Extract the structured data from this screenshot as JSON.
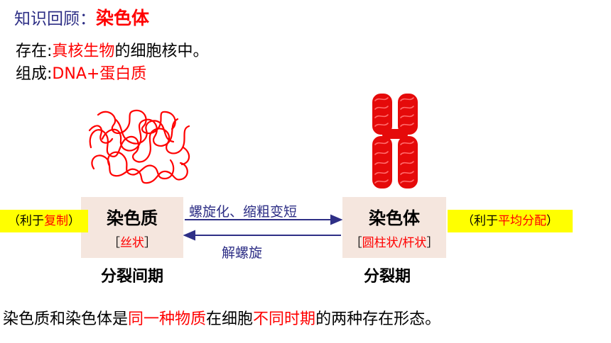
{
  "title": {
    "prefix": "知识回顾：",
    "topic": "染色体"
  },
  "exist": {
    "label": "存在:",
    "highlight": "真核生物",
    "rest": "的细胞核中。"
  },
  "compose": {
    "label": "组成:",
    "value": "DNA+蛋白质"
  },
  "chromatin": {
    "name": "染色质",
    "form_open": "［",
    "form": "丝状",
    "form_close": "］",
    "phase": "分裂间期",
    "note_open": "（利于",
    "note_highlight": "复制",
    "note_close": "）"
  },
  "chromosome": {
    "name": "染色体",
    "form_open": "［",
    "form": "圆柱状/杆状",
    "form_close": "］",
    "phase": "分裂期",
    "note_open": "（利于",
    "note_highlight": "平均分配",
    "note_close": "）"
  },
  "arrows": {
    "forward": "螺旋化、缩粗变短",
    "backward": "解螺旋"
  },
  "summary": {
    "p1": "染色质和染色体是",
    "h1": "同一种物质",
    "p2": "在细胞",
    "h2": "不同时期",
    "p3": "的两种存在形态。"
  },
  "colors": {
    "accent": "#ff0000",
    "heading": "#2e2f86",
    "box": "#f5e6de",
    "tag": "#ffff00"
  }
}
